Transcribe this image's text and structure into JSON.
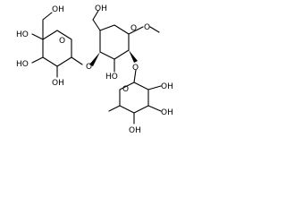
{
  "molecule": {
    "ring_oxygen": "O",
    "glycosidic_oxygen": "O",
    "labels": {
      "left_ring_top_oh": "OH",
      "left_ring_c4_oh": "HO",
      "left_ring_c3_oh": "HO",
      "left_ring_c2_oh": "OH",
      "central_ring_c6_oh": "OH",
      "central_ring_c3_oh": "HO",
      "right_ring_c2_oh": "OH",
      "right_ring_c3_oh": "OH",
      "right_ring_c4_oh": "OH"
    }
  }
}
